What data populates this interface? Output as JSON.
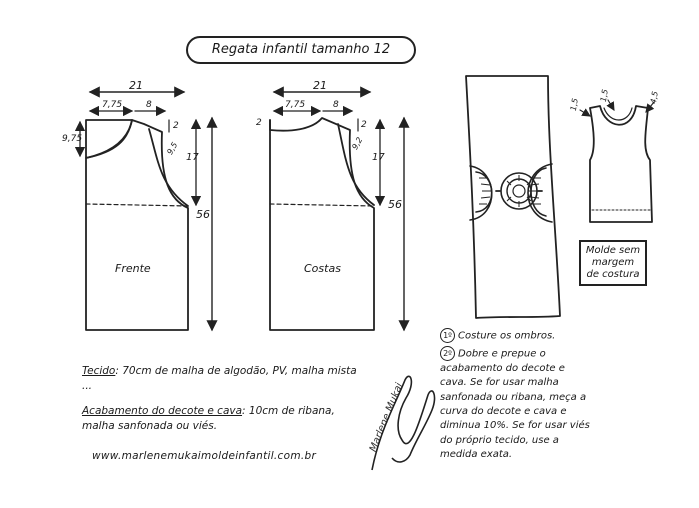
{
  "title": "Regata infantil tamanho 12",
  "front": {
    "label": "Frente",
    "width": "21",
    "neck_width": "7,75",
    "shoulder": "8",
    "neck_depth": "9,75",
    "shoulder_drop": "2",
    "armhole_curve": "9,5",
    "armhole_depth": "17",
    "length": "56"
  },
  "back": {
    "label": "Costas",
    "width": "21",
    "neck_width": "7,75",
    "shoulder": "8",
    "neck_depth": "2",
    "shoulder_drop": "2",
    "armhole_curve": "9,2",
    "armhole_depth": "17",
    "length": "56"
  },
  "binding_dims": [
    "1,5",
    "1,5",
    "4,5"
  ],
  "mold_note": [
    "Molde sem",
    "margem",
    "de costura"
  ],
  "fabric": {
    "label": "Tecido",
    "text": ": 70cm de malha de algodão, PV, malha mista ..."
  },
  "finishing": {
    "label": "Acabamento do decote e cava",
    "text": ": 10cm de ribana, malha sanfonada ou viés."
  },
  "website": "www.marlenemukaimoldeinfantil.com.br",
  "signature": "Marlene Mukai",
  "steps": [
    {
      "number": "1º",
      "text": "Costure os ombros."
    },
    {
      "number": "2º",
      "text": "Dobre e prepue o acabamento do decote e cava. Se for usar malha sanfonada ou ribana, meça a curva do decote e cava e diminua 10%. Se for usar viés do próprio tecido, use a medida exata."
    }
  ]
}
